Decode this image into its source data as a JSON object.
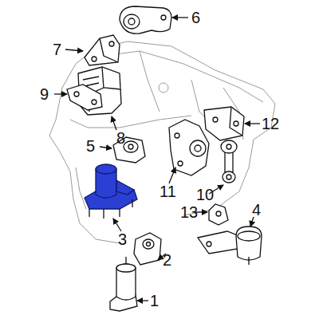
{
  "diagram": {
    "labels": [
      "6",
      "7",
      "9",
      "8",
      "5",
      "12",
      "11",
      "10",
      "3",
      "13",
      "4",
      "2",
      "1"
    ]
  }
}
